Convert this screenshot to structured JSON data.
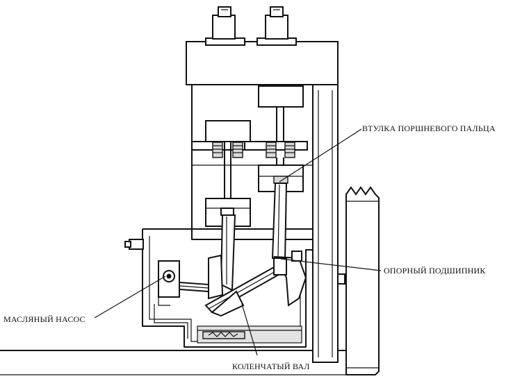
{
  "labels": {
    "piston_pin_bushing": "ВТУЛКА ПОРШНЕВОГО ПАЛЬЦА",
    "main_bearing": "ОПОРНЫЙ ПОДШИПНИК",
    "oil_pump": "МАСЛЯНЫЙ НАСОС",
    "crankshaft": "КОЛЕНЧАТЫЙ ВАЛ"
  }
}
